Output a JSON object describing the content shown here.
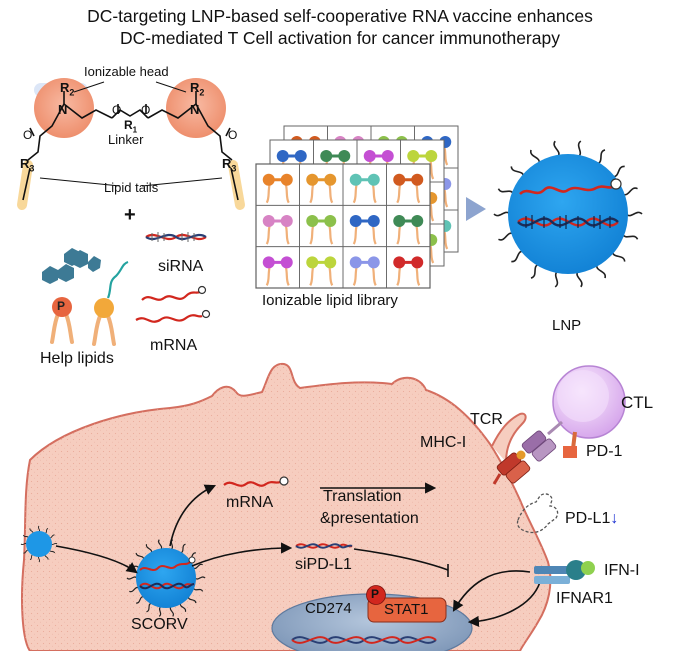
{
  "title": {
    "line1": "DC-targeting LNP-based self-cooperative RNA vaccine enhances",
    "line2": "DC-mediated T Cell activation for cancer immunotherapy"
  },
  "lipid_structure": {
    "ionizable_head": "Ionizable head",
    "linker": "Linker",
    "lipid_tails": "Lipid tails",
    "r2_left": "R",
    "r2_right": "R",
    "r1": "R",
    "r3_left": "R",
    "r3_right": "R",
    "sub2": "2",
    "sub1": "1",
    "sub3": "3",
    "n": "N",
    "o": "O",
    "plus": "+"
  },
  "components": {
    "sirna": "siRNA",
    "mrna": "mRNA",
    "help_lipids": "Help lipids",
    "p_badge": "P"
  },
  "library": {
    "label": "Ionizable lipid library",
    "colors": [
      "#e8832a",
      "#e5962e",
      "#5fc3b5",
      "#d15a1f",
      "#d783c4",
      "#8cc04b",
      "#2f67c4",
      "#3f8a56",
      "#c44fd3",
      "#bcd53c",
      "#8b96e8",
      "#d12a2a"
    ]
  },
  "lnp": {
    "label": "LNP"
  },
  "cell": {
    "mrna": "mRNA",
    "translation1": "Translation",
    "translation2": "&presentation",
    "sipdl1": "siPD-L1",
    "scorv": "SCORV",
    "cd274": "CD274",
    "stat1": "STAT1",
    "p_badge": "P"
  },
  "tcell": {
    "ctl": "CTL",
    "tcr": "TCR",
    "mhc": "MHC-I",
    "pd1": "PD-1",
    "pdl1": "PD-L1",
    "pdl1_arrow": "↓",
    "ifn": "IFN-I",
    "ifnar": "IFNAR1"
  },
  "colors": {
    "cell_fill": "#f6cdbf",
    "cell_stroke": "#d46e5f",
    "lnp_blue": "#1e97e6",
    "ctl_purple": "#e6c7f2",
    "mrna_red": "#d2271e",
    "stat1_orange": "#e7653f",
    "nucleus_blue": "#8ea7c6",
    "head_salmon": "#f3a386",
    "tail_yellow": "#f8d89a"
  }
}
